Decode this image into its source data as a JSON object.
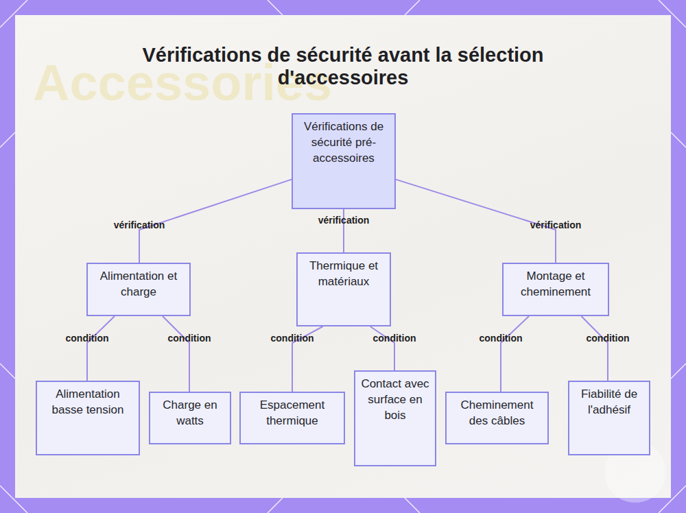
{
  "diagram": {
    "title": "Vérifications de sécurité avant la sélection d'accessoires",
    "nodes": [
      {
        "text": [
          "Vérifications de sécurité pré-accessoires"
        ]
      },
      {
        "text": [
          "Alimentation et charge"
        ]
      },
      {
        "text": [
          "Thermique et matériaux"
        ]
      },
      {
        "text": [
          "Montage et cheminement"
        ]
      },
      {
        "text": [
          "Alimentation basse tension"
        ]
      },
      {
        "text": [
          "Charge en watts"
        ]
      },
      {
        "text": [
          "Espacement thermique"
        ]
      },
      {
        "text": [
          "Contact avec surface en bois"
        ]
      },
      {
        "text": [
          "Cheminement des câbles"
        ]
      },
      {
        "text": [
          "Fiabilité de l'adhésif"
        ]
      }
    ],
    "edges": [
      {
        "from": 0,
        "to": 1,
        "label": "vérification",
        "arrow": "none"
      },
      {
        "from": 0,
        "to": 2,
        "label": "vérification",
        "arrow": "none"
      },
      {
        "from": 0,
        "to": 3,
        "label": "vérification",
        "arrow": "none"
      },
      {
        "from": 1,
        "to": 4,
        "label": "condition",
        "arrow": "none"
      },
      {
        "from": 1,
        "to": 5,
        "label": "condition",
        "arrow": "none"
      },
      {
        "from": 2,
        "to": 6,
        "label": "condition",
        "arrow": "none"
      },
      {
        "from": 2,
        "to": 7,
        "label": "condition",
        "arrow": "none"
      },
      {
        "from": 3,
        "to": 8,
        "label": "condition",
        "arrow": "none"
      },
      {
        "from": 3,
        "to": 9,
        "label": "condition",
        "arrow": "none"
      }
    ],
    "labels": [
      "Accessories"
    ]
  }
}
